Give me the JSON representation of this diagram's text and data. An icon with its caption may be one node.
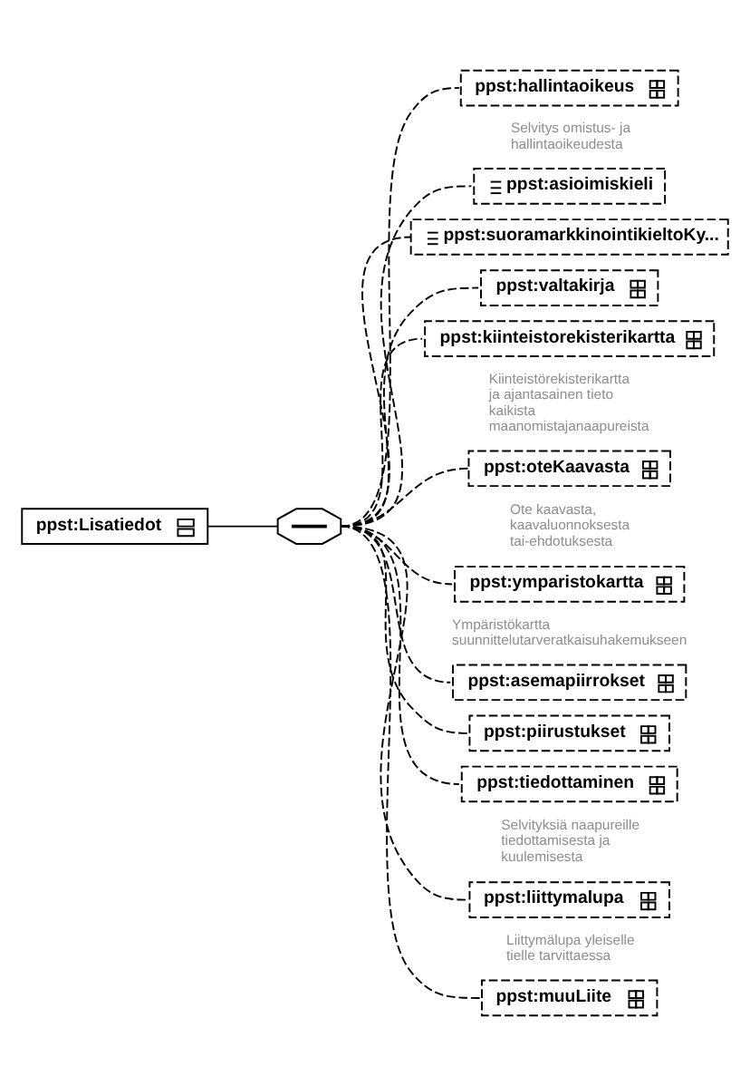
{
  "diagram": {
    "nodes": [
      {
        "text": [
          "ppst:Lisatiedot"
        ]
      },
      {
        "text": [],
        "shape": "octagon"
      },
      {
        "text": [
          "ppst:hallintaoikeus"
        ],
        "beside": [
          "Selvitys omistus- ja hallintaoikeudesta"
        ]
      },
      {
        "text": [
          "ppst:asioimiskieli"
        ]
      },
      {
        "text": [
          "ppst:suoramarkkinointikieltoKy..."
        ]
      },
      {
        "text": [
          "ppst:valtakirja"
        ]
      },
      {
        "text": [
          "ppst:kiinteistorekisterikartta"
        ],
        "beside": [
          "Kiinteistörekisterikartta ja ajantasainen tieto kaikista maanomistajanaapureista"
        ]
      },
      {
        "text": [
          "ppst:oteKaavasta"
        ],
        "beside": [
          "Ote kaavasta, kaavaluonnoksesta tai-ehdotuksesta"
        ]
      },
      {
        "text": [
          "ppst:ymparistokartta"
        ],
        "beside": [
          "Ympäristökartta suunnittelutarveratkaisuhakemukseen"
        ]
      },
      {
        "text": [
          "ppst:asemapiirrokset"
        ]
      },
      {
        "text": [
          "ppst:piirustukset"
        ]
      },
      {
        "text": [
          "ppst:tiedottaminen"
        ],
        "beside": [
          "Selvityksiä naapureille tiedottamisesta ja kuulemisesta"
        ]
      },
      {
        "text": [
          "ppst:liittymalupa"
        ],
        "beside": [
          "Liittymälupa yleiselle tielle tarvittaessa"
        ]
      },
      {
        "text": [
          "ppst:muuLiite"
        ]
      }
    ],
    "edges": [
      {
        "from": 0,
        "to": 1,
        "arrow": "none"
      },
      {
        "from": 1,
        "to": 2,
        "arrow": "none",
        "style": "dashed"
      },
      {
        "from": 1,
        "to": 3,
        "arrow": "none",
        "style": "dashed"
      },
      {
        "from": 1,
        "to": 4,
        "arrow": "none",
        "style": "dashed"
      },
      {
        "from": 1,
        "to": 5,
        "arrow": "none",
        "style": "dashed"
      },
      {
        "from": 1,
        "to": 6,
        "arrow": "none",
        "style": "dashed"
      },
      {
        "from": 1,
        "to": 7,
        "arrow": "none",
        "style": "dashed"
      },
      {
        "from": 1,
        "to": 8,
        "arrow": "none",
        "style": "dashed"
      },
      {
        "from": 1,
        "to": 9,
        "arrow": "none",
        "style": "dashed"
      },
      {
        "from": 1,
        "to": 10,
        "arrow": "none",
        "style": "dashed"
      },
      {
        "from": 1,
        "to": 11,
        "arrow": "none",
        "style": "dashed"
      },
      {
        "from": 1,
        "to": 12,
        "arrow": "none",
        "style": "dashed"
      },
      {
        "from": 1,
        "to": 13,
        "arrow": "none",
        "style": "dashed"
      }
    ]
  }
}
